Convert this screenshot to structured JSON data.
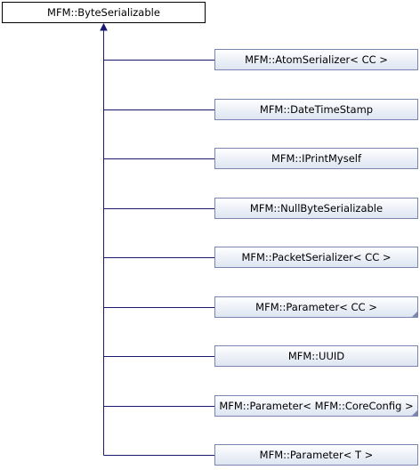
{
  "diagram": {
    "base_class": {
      "label": "MFM::ByteSerializable"
    },
    "derived_classes": [
      {
        "label": "MFM::AtomSerializer< CC >",
        "has_more": false
      },
      {
        "label": "MFM::DateTimeStamp",
        "has_more": false
      },
      {
        "label": "MFM::IPrintMyself",
        "has_more": false
      },
      {
        "label": "MFM::NullByteSerializable",
        "has_more": false
      },
      {
        "label": "MFM::PacketSerializer< CC >",
        "has_more": false
      },
      {
        "label": "MFM::Parameter< CC >",
        "has_more": true
      },
      {
        "label": "MFM::UUID",
        "has_more": false
      },
      {
        "label": "MFM::Parameter< MFM::CoreConfig >",
        "has_more": true
      },
      {
        "label": "MFM::Parameter< T >",
        "has_more": false
      }
    ],
    "colors": {
      "edge": "#191970",
      "node_border": "#7b86b0",
      "root_border": "#000000"
    }
  }
}
